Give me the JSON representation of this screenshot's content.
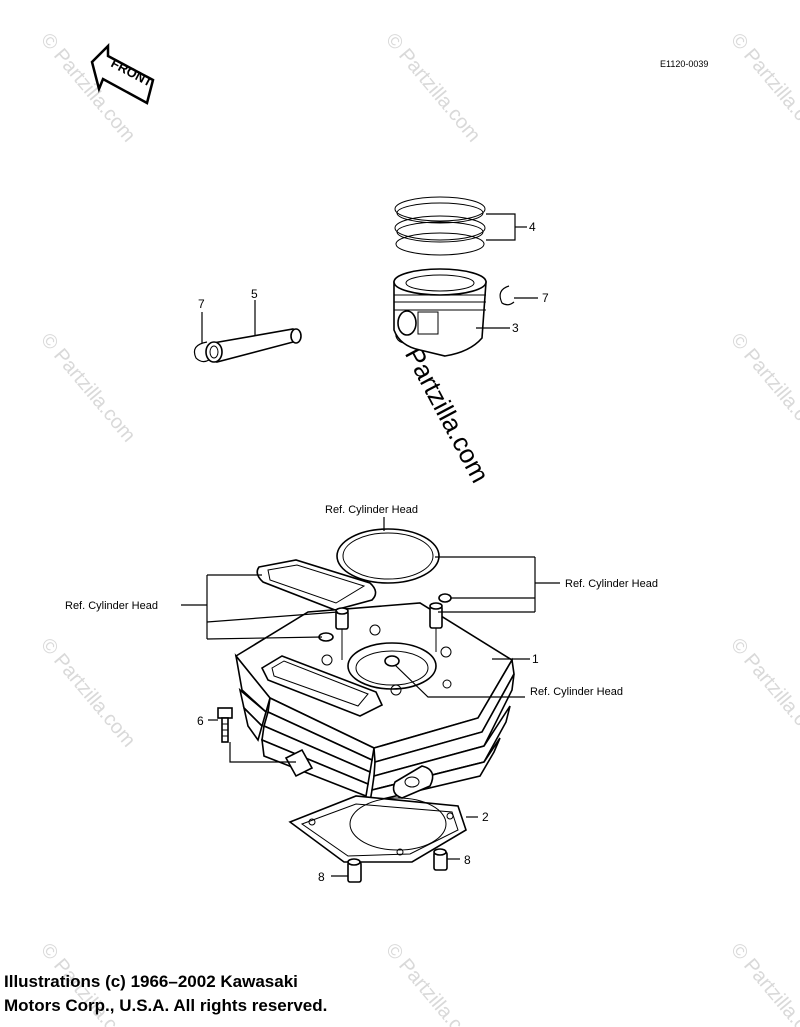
{
  "drawing_id": "E1120-0039",
  "front_label": "FRONT",
  "callouts": {
    "c1": "1",
    "c2": "2",
    "c3": "3",
    "c4": "4",
    "c5": "5",
    "c6": "6",
    "c7a": "7",
    "c7b": "7",
    "c8a": "8",
    "c8b": "8"
  },
  "references": {
    "top": "Ref. Cylinder Head",
    "left": "Ref. Cylinder Head",
    "right": "Ref. Cylinder Head",
    "center": "Ref. Cylinder Head"
  },
  "watermark": "© Partzilla.com",
  "copyright": {
    "line1": "Illustrations (c) 1966–2002 Kawasaki",
    "line2": "Motors Corp., U.S.A.  All rights reserved."
  }
}
